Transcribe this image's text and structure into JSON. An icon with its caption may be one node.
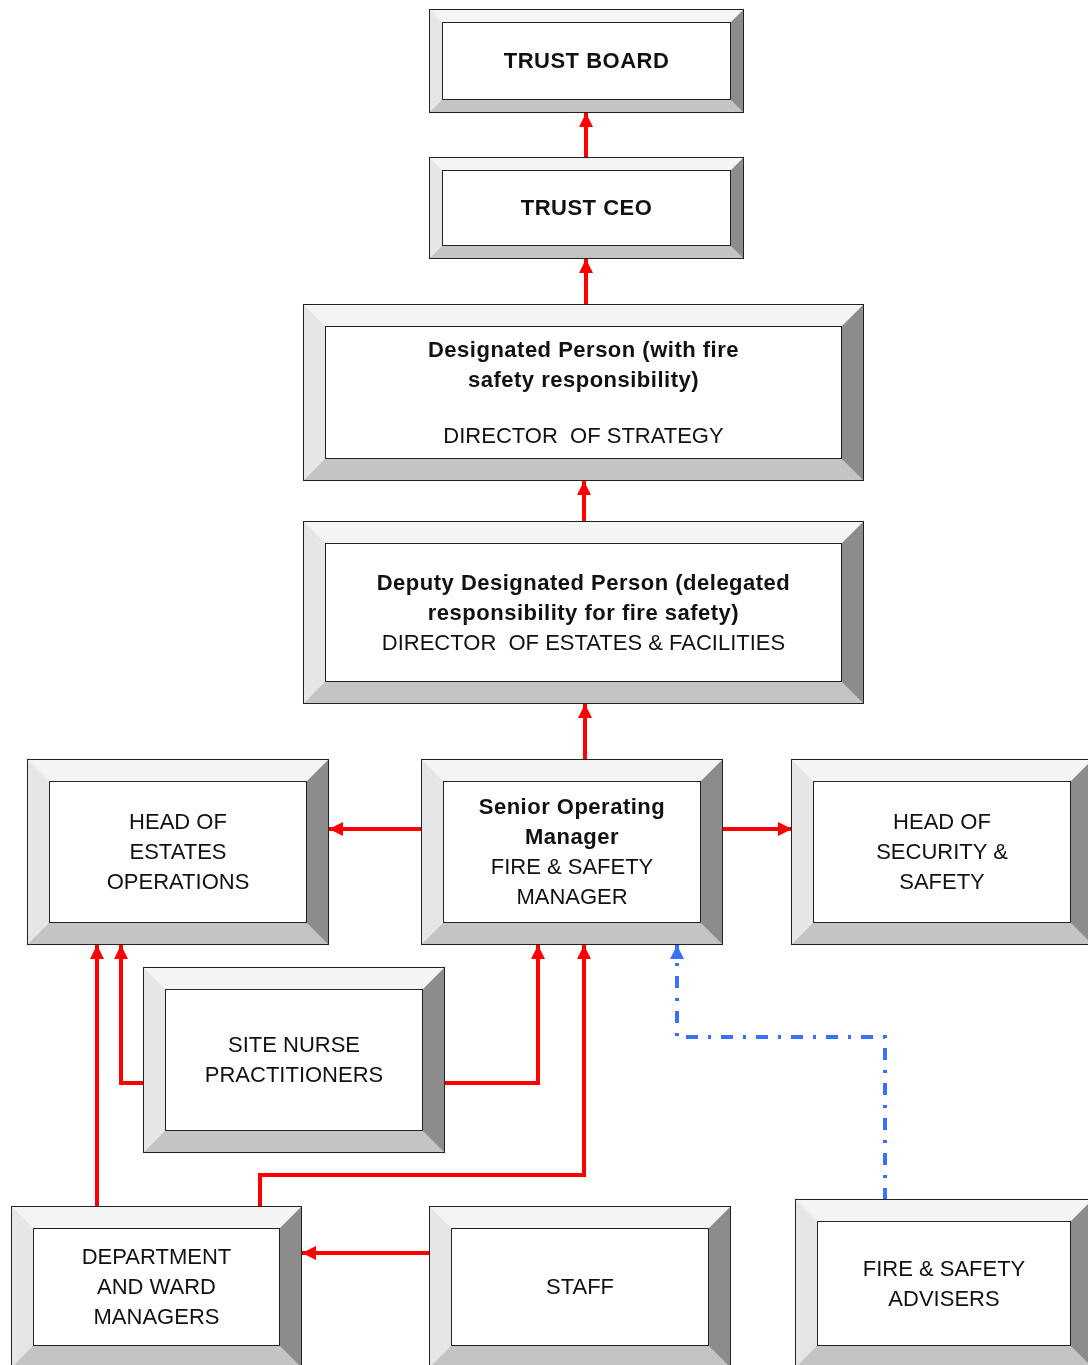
{
  "diagram": {
    "nodes": [
      {
        "text": [
          "TRUST BOARD"
        ]
      },
      {
        "text": [
          "TRUST CEO"
        ]
      },
      {
        "text": [
          "Designated Person (with fire safety responsibility)",
          "DIRECTOR  OF STRATEGY"
        ]
      },
      {
        "text": [
          "Deputy Designated Person (delegated responsibility for fire safety)",
          "DIRECTOR  OF ESTATES & FACILITIES"
        ]
      },
      {
        "text": [
          "HEAD OF ESTATES OPERATIONS"
        ]
      },
      {
        "text": [
          "Senior Operating Manager",
          "FIRE & SAFETY MANAGER"
        ]
      },
      {
        "text": [
          "HEAD OF SECURITY & SAFETY"
        ]
      },
      {
        "text": [
          "SITE NURSE PRACTITIONERS"
        ]
      },
      {
        "text": [
          "DEPARTMENT AND WARD MANAGERS"
        ]
      },
      {
        "text": [
          "STAFF"
        ]
      },
      {
        "text": [
          "FIRE & SAFETY ADVISERS"
        ]
      }
    ],
    "edges": [
      {
        "from": 1,
        "to": 0,
        "arrow": "to"
      },
      {
        "from": 2,
        "to": 1,
        "arrow": "to"
      },
      {
        "from": 3,
        "to": 2,
        "arrow": "to"
      },
      {
        "from": 5,
        "to": 3,
        "arrow": "to"
      },
      {
        "from": 5,
        "to": 4,
        "arrow": "to"
      },
      {
        "from": 5,
        "to": 6,
        "arrow": "to"
      },
      {
        "from": 7,
        "to": 4,
        "arrow": "to"
      },
      {
        "from": 7,
        "to": 5,
        "arrow": "to"
      },
      {
        "from": 8,
        "to": 4,
        "arrow": "to"
      },
      {
        "from": 8,
        "to": 5,
        "arrow": "to"
      },
      {
        "from": 9,
        "to": 8,
        "arrow": "to"
      },
      {
        "from": 10,
        "to": 5,
        "arrow": "to",
        "style": "dashed",
        "color": "#3b6fff"
      }
    ]
  }
}
